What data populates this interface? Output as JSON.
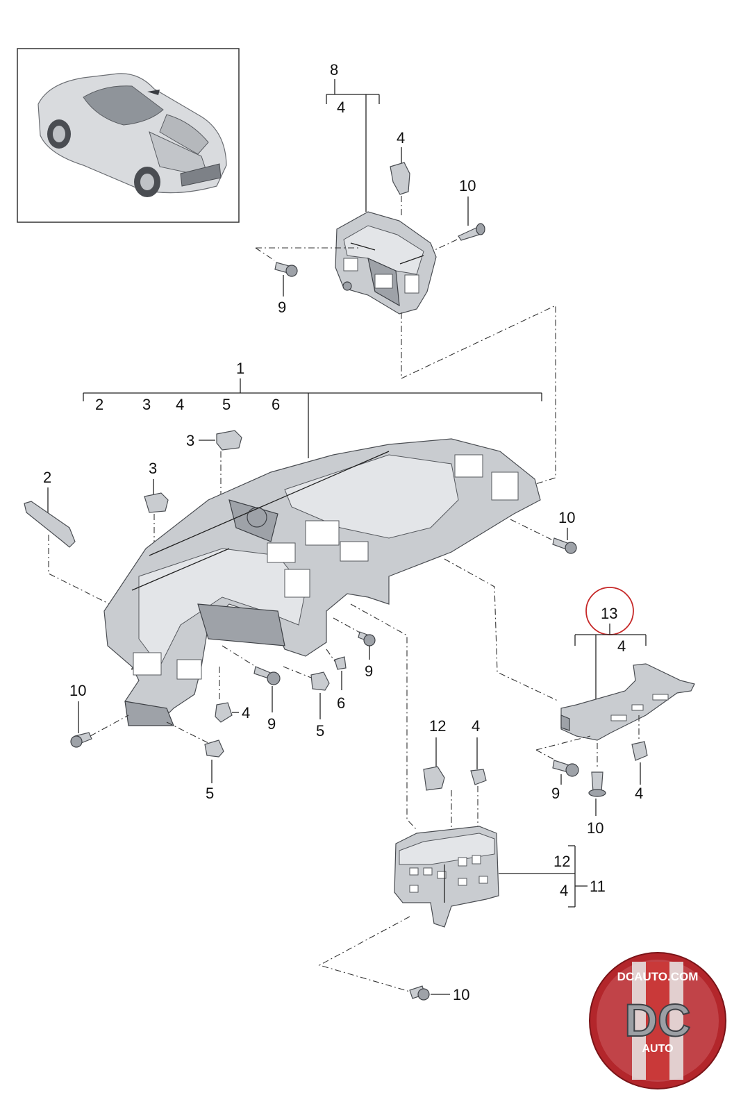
{
  "callouts": {
    "c8": "8",
    "c8_sub4": "4",
    "c4_top": "4",
    "c10_top": "10",
    "c9_top": "9",
    "c1": "1",
    "c1_sub2": "2",
    "c1_sub3": "3",
    "c1_sub4": "4",
    "c1_sub5": "5",
    "c1_sub6": "6",
    "c3_upper": "3",
    "c3_left": "3",
    "c2_left": "2",
    "c10_right": "10",
    "c13": "13",
    "c13_sub4": "4",
    "c10_left": "10",
    "c4_mid": "4",
    "c9_mid": "9",
    "c5_mid": "5",
    "c6_mid": "6",
    "c9_right_mid": "9",
    "c5_low": "5",
    "c12_top": "12",
    "c4_carrier": "4",
    "c9_bracket": "9",
    "c10_bracket": "10",
    "c4_bracket": "4",
    "c12_side": "12",
    "c4_side": "4",
    "c11": "11",
    "c10_bottom": "10"
  },
  "logo": {
    "top_text": "DCAUTO.COM",
    "main_text": "DC",
    "sub_text": "AUTO"
  },
  "colors": {
    "circle_highlight": "#c62828",
    "logo_red": "#b3262b",
    "part_gray": "#c9ccd0"
  },
  "icons": [
    "car-thumbnail",
    "dashboard-carrier",
    "steering-column-bracket",
    "cross-member-bracket",
    "center-console-carrier"
  ]
}
